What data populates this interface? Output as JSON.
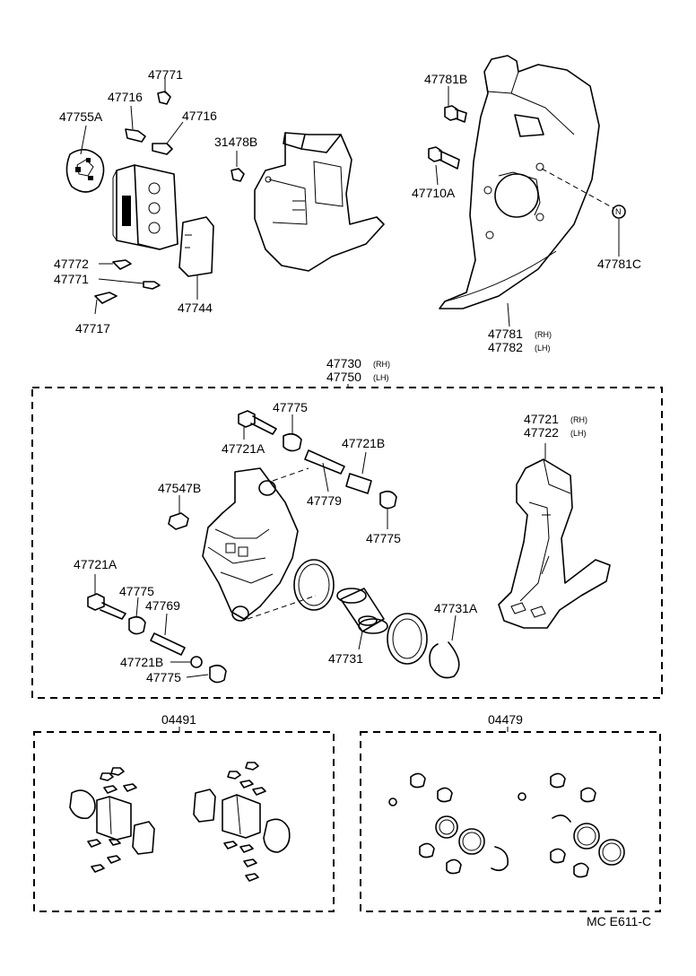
{
  "labels": {
    "p47771_top": "47771",
    "p47716_a": "47716",
    "p47716_b": "47716",
    "p47755A": "47755A",
    "p31478B": "31478B",
    "p47772": "47772",
    "p47771_bot": "47771",
    "p47717": "47717",
    "p47744": "47744",
    "p47781B": "47781B",
    "p47710A": "47710A",
    "p47781C": "47781C",
    "p47781": "47781",
    "p47781_side": "(RH)",
    "p47782": "47782",
    "p47782_side": "(LH)",
    "p47730": "47730",
    "p47730_side": "(RH)",
    "p47750": "47750",
    "p47750_side": "(LH)",
    "p47775_a": "47775",
    "p47721A_a": "47721A",
    "p47721B_a": "47721B",
    "p47779": "47779",
    "p47547B": "47547B",
    "p47775_b": "47775",
    "p47721_rh": "47721",
    "p47721_rh_side": "(RH)",
    "p47722_lh": "47722",
    "p47722_lh_side": "(LH)",
    "p47721A_b": "47721A",
    "p47775_c": "47775",
    "p47769": "47769",
    "p47731A": "47731A",
    "p47721B_b": "47721B",
    "p47775_d": "47775",
    "p47731": "47731",
    "kit_pad": "04491",
    "kit_seal": "04479",
    "footer": "MC  E611-C"
  }
}
